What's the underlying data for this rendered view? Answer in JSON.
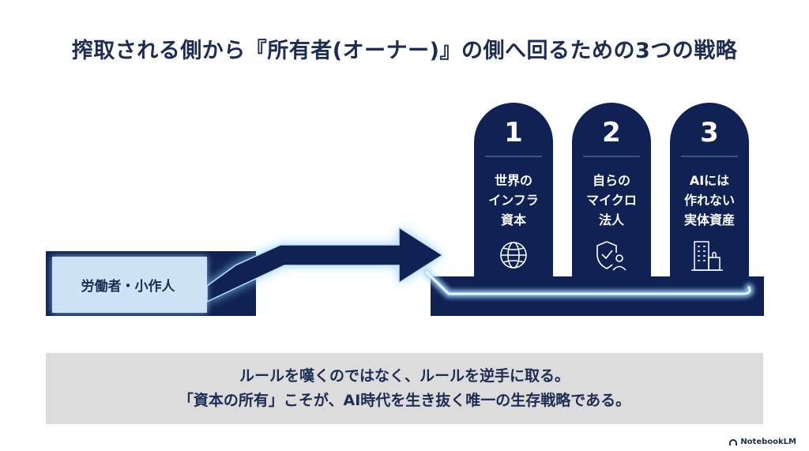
{
  "title": "搾取される側から『所有者(オーナー)』の側へ回るための3つの戦略",
  "worker_label": "労働者・小作人",
  "pillars": [
    {
      "number": "1",
      "lines": [
        "世界の",
        "インフラ",
        "資本"
      ],
      "icon": "globe-icon"
    },
    {
      "number": "2",
      "lines": [
        "自らの",
        "マイクロ",
        "法人"
      ],
      "icon": "shield-person-icon"
    },
    {
      "number": "3",
      "lines": [
        "AIには",
        "作れない",
        "実体資産"
      ],
      "icon": "building-icon"
    }
  ],
  "message": {
    "line1": "ルールを嘆くのではなく、ルールを逆手に取る。",
    "line2": "「資本の所有」こそが、AI時代を生き抜く唯一の生存戦略である。"
  },
  "brand": "NotebookLM",
  "colors": {
    "navy": "#0f2253",
    "light_blue_box": "#cfe3f6",
    "glow": "#9ed3ff",
    "message_bg": "#dcdcdc"
  }
}
